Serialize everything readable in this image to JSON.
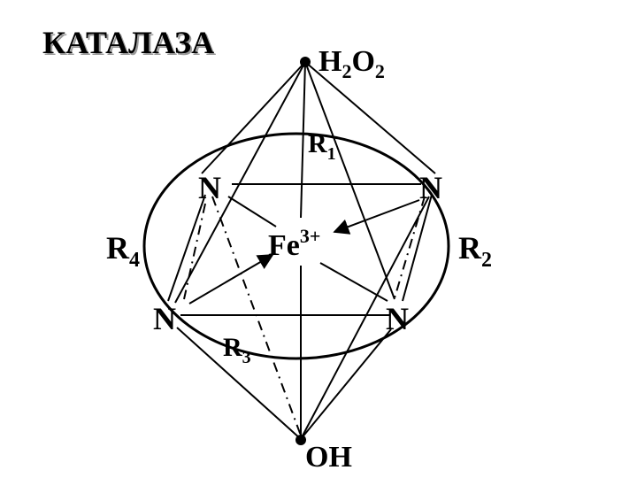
{
  "title": "КАТАЛАЗА",
  "top_ligand": {
    "base": "H",
    "sub1": "2",
    "mid": "O",
    "sub2": "2"
  },
  "center": {
    "base": "Fe",
    "sup": "3+"
  },
  "bottom_ligand": "OH",
  "nitrogen": "N",
  "r_groups": {
    "r1": {
      "base": "R",
      "sub": "1"
    },
    "r2": {
      "base": "R",
      "sub": "2"
    },
    "r3": {
      "base": "R",
      "sub": "3"
    },
    "r4": {
      "base": "R",
      "sub": "4"
    }
  },
  "colors": {
    "ink": "#000000",
    "shadow": "#9a9a9a",
    "background": "#ffffff"
  }
}
